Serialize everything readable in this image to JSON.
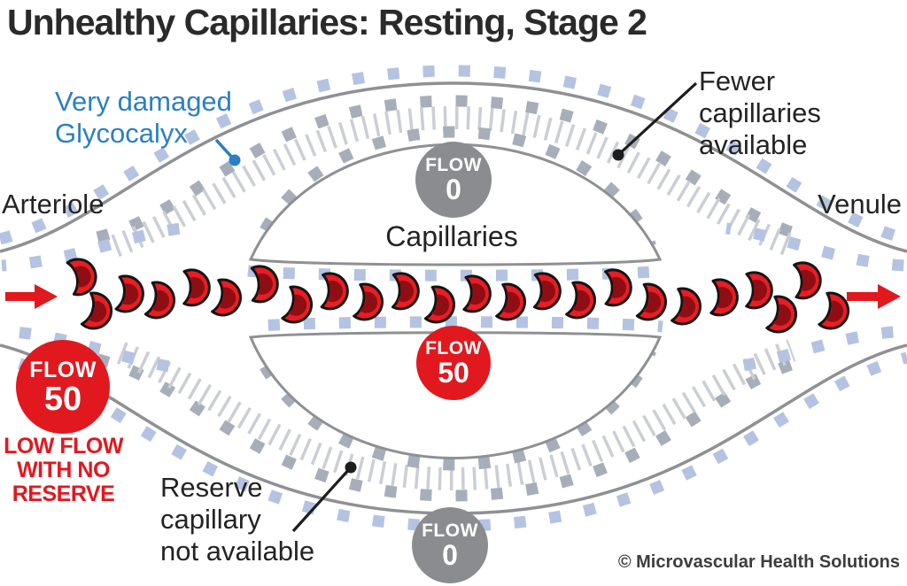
{
  "title": "Unhealthy Capillaries: Resting, Stage 2",
  "labels": {
    "glycocalyx": {
      "line1": "Very damaged",
      "line2": "Glycocalyx"
    },
    "arteriole": "Arteriole",
    "venule": "Venule",
    "capillaries": "Capillaries",
    "fewer_capillaries": {
      "line1": "Fewer",
      "line2": "capillaries",
      "line3": "available"
    },
    "reserve_capillary": {
      "line1": "Reserve",
      "line2": "capillary",
      "line3": "not available"
    },
    "low_flow": {
      "line1": "LOW FLOW",
      "line2": "WITH NO",
      "line3": "RESERVE"
    }
  },
  "badges": {
    "flow_top": {
      "label": "FLOW",
      "value": "0"
    },
    "flow_mid": {
      "label": "FLOW",
      "value": "50"
    },
    "flow_left": {
      "label": "FLOW",
      "value": "50"
    },
    "flow_bottom": {
      "label": "FLOW",
      "value": "0"
    }
  },
  "red_blood_cells": {
    "count": 24
  },
  "credit": "© Microvascular Health Solutions",
  "colors": {
    "accent_blue": "#2b7fc3",
    "red": "#e2181f",
    "rbc_red": "#ea1c24",
    "rbc_dark": "#8e0e13",
    "gray_badge": "#8a8c8f",
    "wall_gray": "#8e9094",
    "dash_blue": "#b4c3e2",
    "dash_gray": "#a7aeb9",
    "tick_gray": "#cbced5",
    "text_dark": "#2a2a2a"
  }
}
